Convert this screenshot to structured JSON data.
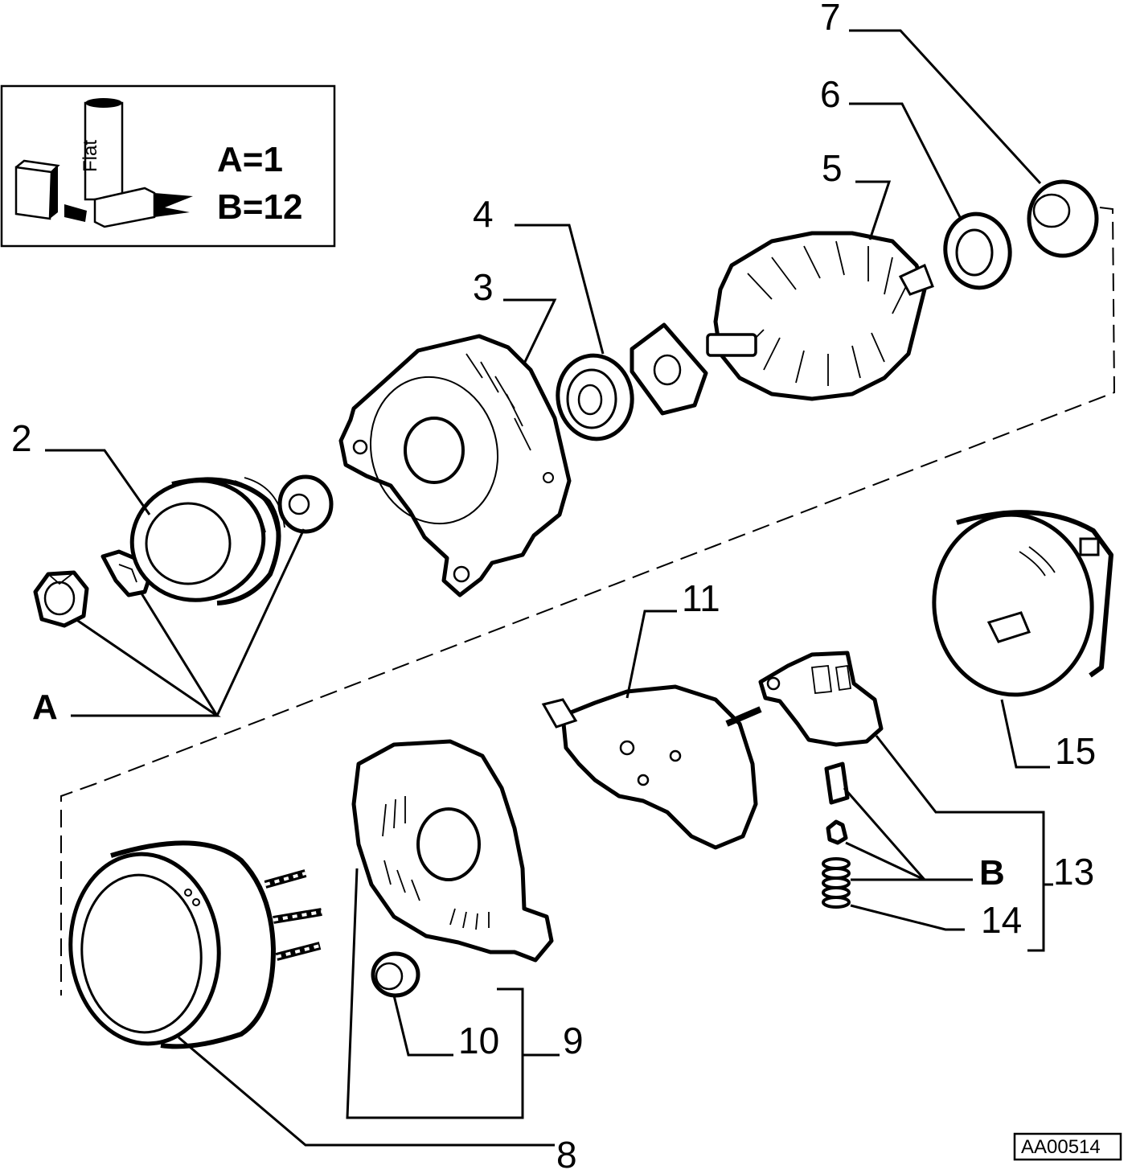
{
  "legend": {
    "a_line": "A=1",
    "b_line": "B=12",
    "can_text": "Fiat"
  },
  "callouts": {
    "c2": "2",
    "c3": "3",
    "c4": "4",
    "c5": "5",
    "c6": "6",
    "c7": "7",
    "c8": "8",
    "c9": "9",
    "c10": "10",
    "c11": "11",
    "c13": "13",
    "c14": "14",
    "c15": "15",
    "cA": "A",
    "cB": "B"
  },
  "figure_code": "AA00514"
}
